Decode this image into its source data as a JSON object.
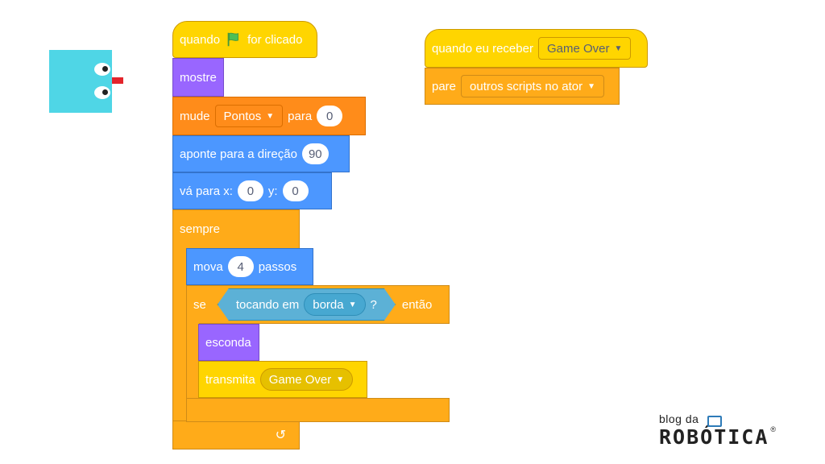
{
  "script1": {
    "hat": {
      "pre": "quando",
      "post": "for clicado",
      "flag_color": "#4CBF56"
    },
    "show": {
      "label": "mostre"
    },
    "setvar": {
      "pre": "mude",
      "var": "Pontos",
      "mid": "para",
      "value": "0"
    },
    "direction": {
      "pre": "aponte  para a direção",
      "value": "90"
    },
    "goto": {
      "pre": "vá para x:",
      "x": "0",
      "ylabel": "y:",
      "y": "0"
    },
    "forever": {
      "label": "sempre",
      "loop_icon": "↺"
    },
    "move": {
      "pre": "mova",
      "value": "4",
      "post": "passos"
    },
    "if": {
      "pre": "se",
      "sense_pre": "tocando em",
      "target": "borda",
      "q": "?",
      "post": "então"
    },
    "hide": {
      "label": "esconda"
    },
    "broadcast": {
      "pre": "transmita",
      "message": "Game Over"
    }
  },
  "script2": {
    "hat": {
      "pre": "quando eu receber",
      "message": "Game Over"
    },
    "stop": {
      "pre": "pare",
      "option": "outros scripts no ator"
    }
  },
  "sprite": {
    "body_color": "#4FD6E6",
    "tongue_color": "#E3242B"
  },
  "logo": {
    "top": "blog da",
    "main": "ROBÓTICA",
    "reg": "®"
  }
}
